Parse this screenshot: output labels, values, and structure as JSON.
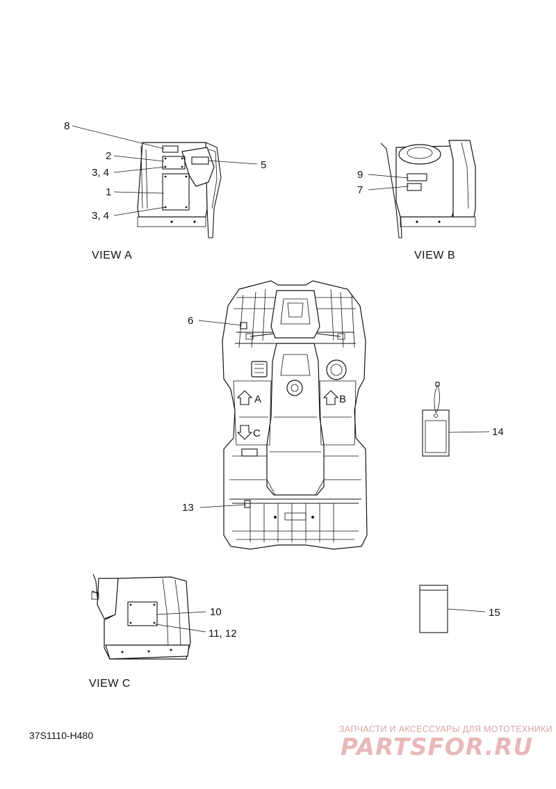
{
  "views": {
    "a": {
      "label": "VIEW A"
    },
    "b": {
      "label": "VIEW B"
    },
    "c": {
      "label": "VIEW C"
    }
  },
  "callouts": {
    "c1": "1",
    "c2": "2",
    "c3_4_upper": "3, 4",
    "c3_4_lower": "3, 4",
    "c5": "5",
    "c6": "6",
    "c7": "7",
    "c8": "8",
    "c9": "9",
    "c10": "10",
    "c11_12": "11, 12",
    "c13": "13",
    "c14": "14",
    "c15": "15"
  },
  "arrows": {
    "a": "A",
    "b": "B",
    "c": "C"
  },
  "diagram_code": "37S1110-H480",
  "watermark": {
    "tagline": "ЗАПЧАСТИ И АКСЕССУАРЫ ДЛЯ МОТОТЕХНИКИ",
    "logo": "PARTSFOR.RU"
  }
}
